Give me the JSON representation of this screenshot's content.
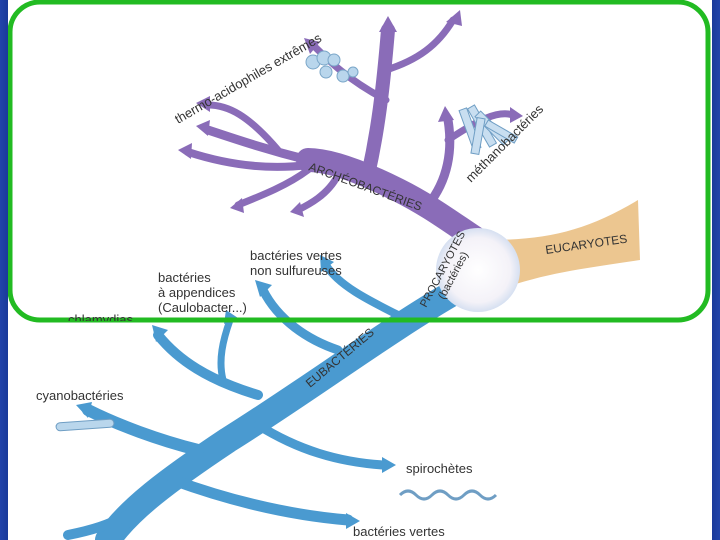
{
  "diagram": {
    "colors": {
      "archaea": "#8a6cb8",
      "bacteria": "#4a9ad0",
      "eukaryotes": "#ecc690",
      "highlight_box": "#22bb22",
      "text": "#333333",
      "slide_frame": "#1d3aa0"
    },
    "labels": {
      "thermo": "thermo-acidophiles extrêmes",
      "archeo": "ARCHÉOBACTÉRIES",
      "methano": "méthanobactéries",
      "procaryotes_line1": "PROCARYOTES",
      "procaryotes_line2": "(bactéries)",
      "eucaryotes": "EUCARYOTES",
      "vertes_non_sulf_line1": "bactéries vertes",
      "vertes_non_sulf_line2": "non sulfureuses",
      "appendices_line1": "bactéries",
      "appendices_line2": "à appendices",
      "appendices_line3": "(Caulobacter...)",
      "chlamydia": "chlamydias",
      "eubacteries": "EUBACTÉRIES",
      "cyano": "cyanobactéries",
      "spiro": "spirochètes",
      "vertes": "bactéries vertes"
    }
  }
}
